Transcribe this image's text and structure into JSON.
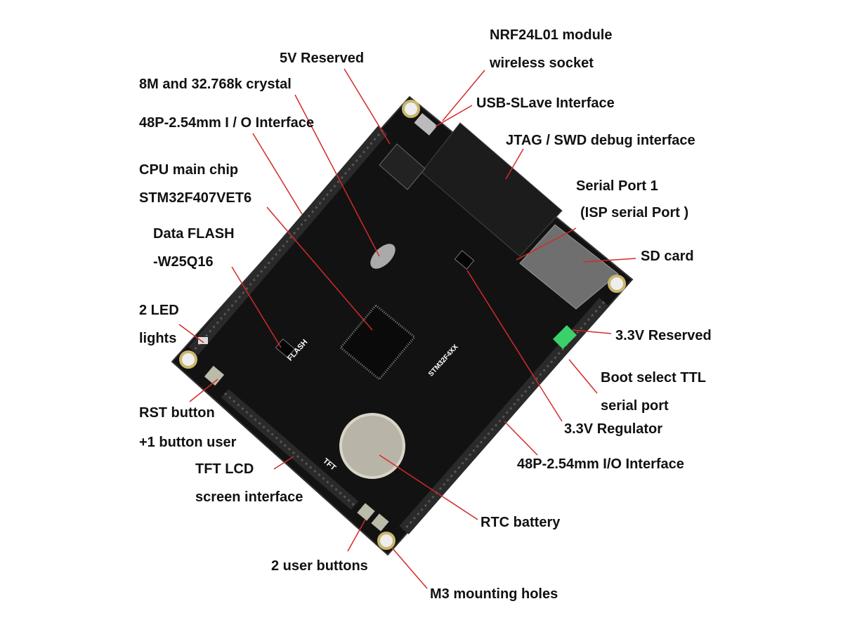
{
  "labels": {
    "nrf1": "NRF24L01 module",
    "nrf2": "wireless socket",
    "v5": "5V Reserved",
    "crystal": "8M and 32.768k crystal",
    "usb": "USB-SLave Interface",
    "io_left": "48P-2.54mm I / O Interface",
    "jtag": "JTAG / SWD debug interface",
    "cpu1": "CPU main chip",
    "cpu2": "STM32F407VET6",
    "serial1": "Serial Port 1",
    "serial2": "(ISP serial Port )",
    "flash1": "Data FLASH",
    "flash2": "-W25Q16",
    "sd": "SD card",
    "led1": "2 LED",
    "led2": "lights",
    "v33": "3.3V Reserved",
    "boot1": "Boot select TTL",
    "boot2": "serial port",
    "rst": "RST button",
    "reg": "3.3V Regulator",
    "user1": "+1 button user",
    "tft1": "TFT LCD",
    "io_right": "48P-2.54mm I/O Interface",
    "tft2": "screen interface",
    "rtc": "RTC battery",
    "ubtn": "2 user buttons",
    "m3": "M3 mounting holes"
  },
  "board_silk": {
    "flash": "FLASH",
    "tft": "TFT",
    "st": "STM32F4XX"
  },
  "colors": {
    "board": "#111111",
    "leader": "#d42a2a",
    "boot_jumper": "#3bd16a"
  }
}
